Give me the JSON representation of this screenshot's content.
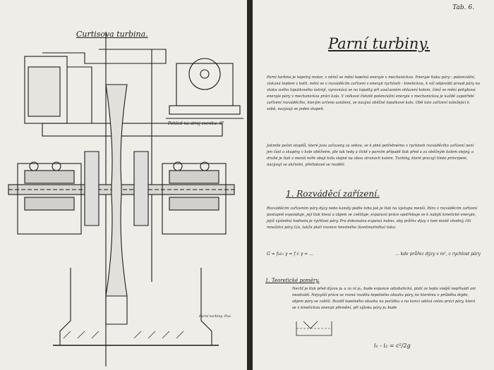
{
  "left_page": {
    "sheet_number": "Tab. 6.",
    "title": "Curtisova turbina.",
    "view_caption": "Pohled na stroj zvenku. 8°",
    "corner_note": "Parní turbiny. Pav."
  },
  "right_page": {
    "title": "Parní turbiny.",
    "paragraph_1": "Parní turbina je tepelný motor, v němž se mění tepelná energie v mechanickou. Energie tlaku páry - potenciální, získaná teplem v kotli, mění se v rozváděcím zařízení v energii rychlosti - kinetickou, k níž odpovídá proud páry na vtoku svého lopatkového ústrojí, vyrovnává se na lopatky při současném ohlazení kolem, čímž se mění pohybová energie páry v mechanickou práci kola. V celkové čistotě potenciální energie v mechanickou je každé zapotřebí zařízení rozváděcího, kterým určeno ustálení, se nazývá oběžné lopatkové kolo. Obě tato zařízení náležející k sobě, nazývají se jeden stupeň.",
    "paragraph_2": "Jakmile počet stupňů, které jsou zařazeny za sebou, se k plné potřebnému v rychlosti rozváděcího zařízení není jen část a skupiny v kole oběžném, jde tak tedy a čistě v parním případě tlak před a za oběžným kolem stejný, a druhé je tlak v menší míře obojí kola stejné na obou stranách kolem. Turbíny, které pracují tímto principem, nazývají se akčními, přetlakové se rozdělí.",
    "heading_1": "1. Rozváděcí zařízení.",
    "paragraph_3": "Rozváděcím zařízením páry dýzy nebo kanály podle toho jak je tlak na výstupu menší. Pára v rozváděcím zařízení postupně expanduje, její tlak klesá a objem se zvětšuje, expanzní práce spotřebuje se k nabytí kinetické energie, jejíž výsledná hodnota je rychlost páry. Pro dokonalou expanzi nutno, aby průřez dýzy v tom místě vhodný, čili množství páry G/s, takže platí rovnice hmotného (kontinuitního) toku:",
    "formula_1": "G = f₀c₀ γ = f c γ = ...",
    "formula_1b": "... kde průřez dýzy v m², c rychlost páry",
    "heading_2": "1. Teoretické poměry.",
    "paragraph_4": "Nechť je tlak před dýzou p₁ a za ní p₂, bude expanze adiabatická, platí ze tepla vnější nepřivádí ani neodvádí. Nejvyšší práce se rovná rozdílu tepelného obsahu páry, ke kterému v průběhu dojde, objem páry se zvětší. Rozdíl tepelného obsahu na počátku a na konci udává celou práci páry, která se v kinetickou energii přemění, při výtoku páry p₂ bude",
    "equation": "i₁ - i₂ = c²/2g"
  }
}
